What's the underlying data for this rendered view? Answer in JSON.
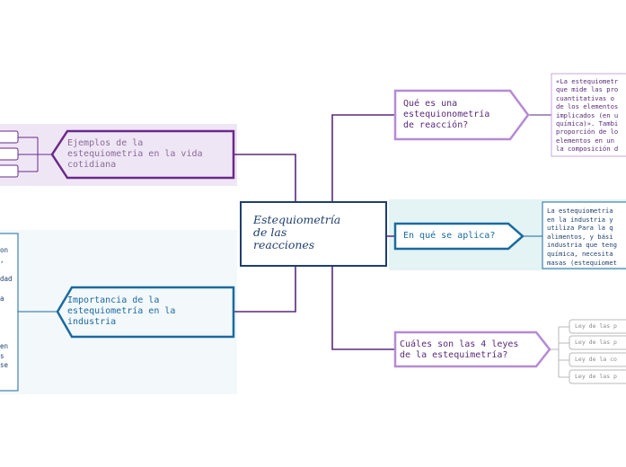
{
  "center": {
    "title": "Estequiometría\nde las\nreacciones"
  },
  "nodes": {
    "que_es": {
      "label": "Qué es una\nestequionometría\nde reacción?"
    },
    "aplica": {
      "label": "En qué se aplica?"
    },
    "leyes": {
      "label": "Cuáles son las 4 leyes\nde la estequimetría?"
    },
    "ejemplos": {
      "label": "Ejemplos de la\nestequiometria en la vida\ncotidiana"
    },
    "importancia": {
      "label": "Importancia de la\nestequiometría en la\nindustria"
    }
  },
  "details": {
    "definicion": "«La estequiometr\nque mide las pro\ncuantitativas o\nde los elementos\nimplicados (en u\nquímica)». Tambi\nproporción de lo\nelementos en un\nla composición d",
    "aplicacion": "La estequiometría\nen la industria y\nutiliza Para la q\nalimentos, y bási\nindustria que teng\nquímica, necesita\nmasas (estequiomet",
    "importancia_fragment": "on\n,\n\ndad\n\na\n\n\n\n\nen\ns\nse"
  },
  "leyes_items": [
    "Ley de las p",
    "Ley de las p",
    "Ley de la co",
    "Ley de las p"
  ],
  "colors": {
    "center_border": "#1f3f6e",
    "center_text": "#1f3f6e",
    "connector": "#5a2a7a",
    "que_es_border": "#b68ad6",
    "que_es_text": "#5a2a7a",
    "aplica_border": "#1a6aa0",
    "aplica_bg": "#e4f3f3",
    "leyes_border": "#b68ad6",
    "ejemplos_border": "#6a2a8a",
    "ejemplos_bg": "#efe6f5",
    "importancia_border": "#1a6aa0",
    "importancia_bg": "#f3f8fb",
    "detail_purple": "#c9a7dc",
    "leaf_gray": "#b8b8b8"
  }
}
